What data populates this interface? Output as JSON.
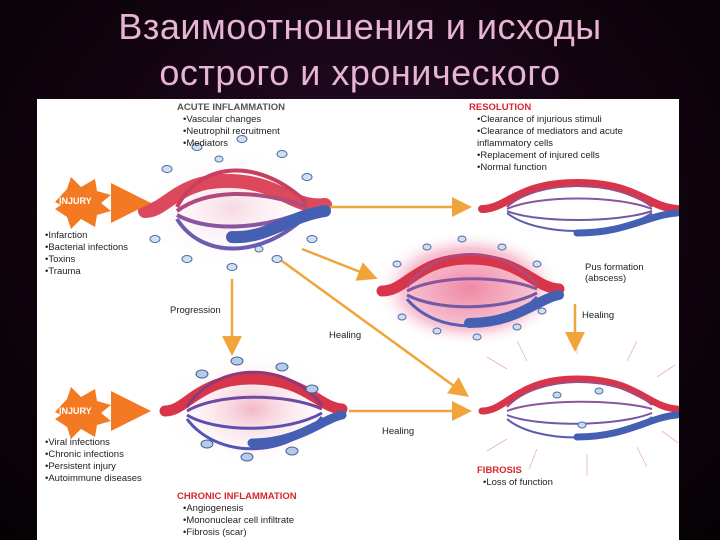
{
  "title": {
    "line1": "Взаимоотношения и исходы",
    "line2": "острого и хронического"
  },
  "acute": {
    "heading": "ACUTE INFLAMMATION",
    "items": [
      "Vascular changes",
      "Neutrophil recruitment",
      "Mediators"
    ]
  },
  "resolution": {
    "heading": "RESOLUTION",
    "items": [
      "Clearance of injurious stimuli",
      "Clearance of mediators and acute inflammatory cells",
      "Replacement of injured cells",
      "Normal function"
    ]
  },
  "injury1": {
    "label": "INJURY",
    "items": [
      "Infarction",
      "Bacterial infections",
      "Toxins",
      "Trauma"
    ]
  },
  "injury2": {
    "label": "INJURY",
    "items": [
      "Viral infections",
      "Chronic infections",
      "Persistent injury",
      "Autoimmune diseases"
    ]
  },
  "chronic": {
    "heading": "CHRONIC INFLAMMATION",
    "items": [
      "Angiogenesis",
      "Mononuclear cell infiltrate",
      "Fibrosis (scar)"
    ]
  },
  "fibrosis": {
    "heading": "FIBROSIS",
    "items": [
      "Loss of function"
    ]
  },
  "arrows": {
    "progression": "Progression",
    "healing_diag": "Healing",
    "healing_pus": "Healing",
    "healing_chronic": "Healing",
    "pus": "Pus formation (abscess)"
  },
  "colors": {
    "artery": "#d9354a",
    "vein": "#4560b3",
    "injury": "#f37a22",
    "arrow": "#f0a53a",
    "heading": "#d8262d"
  }
}
